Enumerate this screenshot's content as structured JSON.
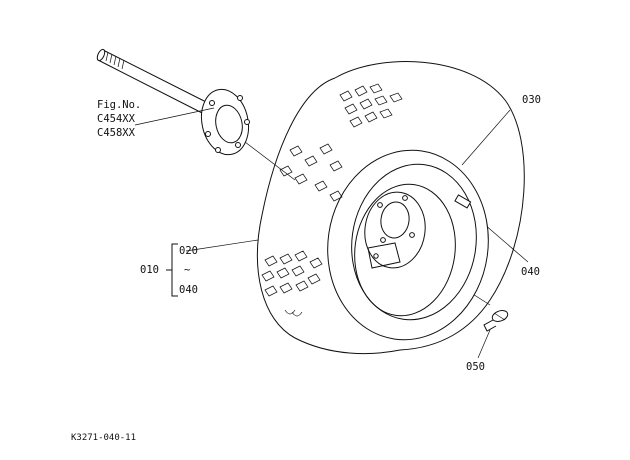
{
  "figure": {
    "fig_label": "Fig.No.",
    "fig_numbers": [
      "C454XX",
      "C458XX"
    ],
    "drawing_id": "K3271-040-11"
  },
  "callouts": {
    "assembly": "010",
    "range_start": "020",
    "range_sep": "~",
    "range_end": "040",
    "rim": "030",
    "valve": "040",
    "bolt": "050"
  }
}
